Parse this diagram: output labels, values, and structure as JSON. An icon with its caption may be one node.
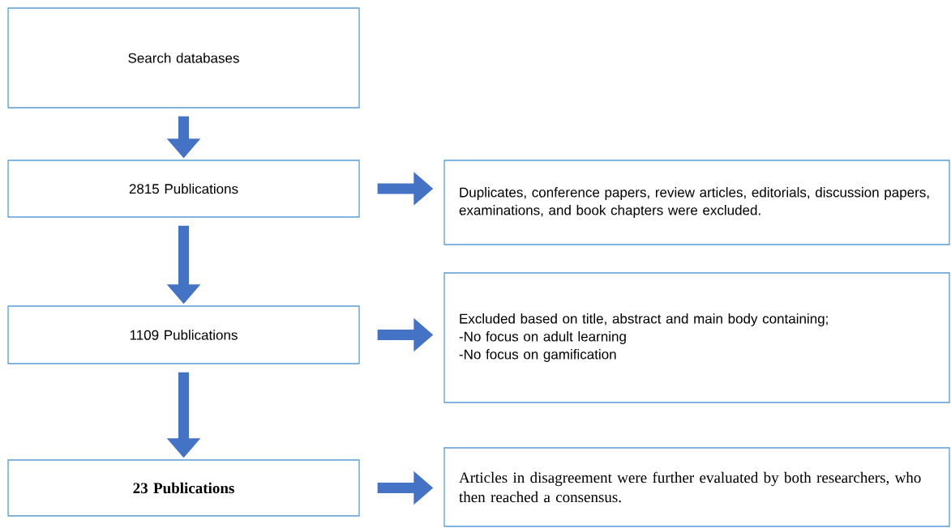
{
  "diagram": {
    "nodes": [
      {
        "text": [
          "Search databases"
        ]
      },
      {
        "text": [
          "2815 Publications"
        ]
      },
      {
        "text": [
          "Duplicates, conference papers, review articles, editorials, discussion papers, examinations, and book chapters were excluded."
        ]
      },
      {
        "text": [
          "1109 Publications"
        ]
      },
      {
        "text": [
          "Excluded based on title, abstract and main body containing;",
          "-No focus on adult learning",
          "-No focus on gamification"
        ]
      },
      {
        "text": [
          "23 Publications"
        ]
      },
      {
        "text": [
          "Articles in disagreement were further evaluated by both researchers, who then reached a consensus."
        ]
      }
    ],
    "edges": [
      {
        "from": 0,
        "to": 1,
        "arrow": "to"
      },
      {
        "from": 1,
        "to": 2,
        "arrow": "to"
      },
      {
        "from": 1,
        "to": 3,
        "arrow": "to"
      },
      {
        "from": 3,
        "to": 4,
        "arrow": "to"
      },
      {
        "from": 3,
        "to": 5,
        "arrow": "to"
      },
      {
        "from": 5,
        "to": 6,
        "arrow": "to"
      }
    ]
  }
}
